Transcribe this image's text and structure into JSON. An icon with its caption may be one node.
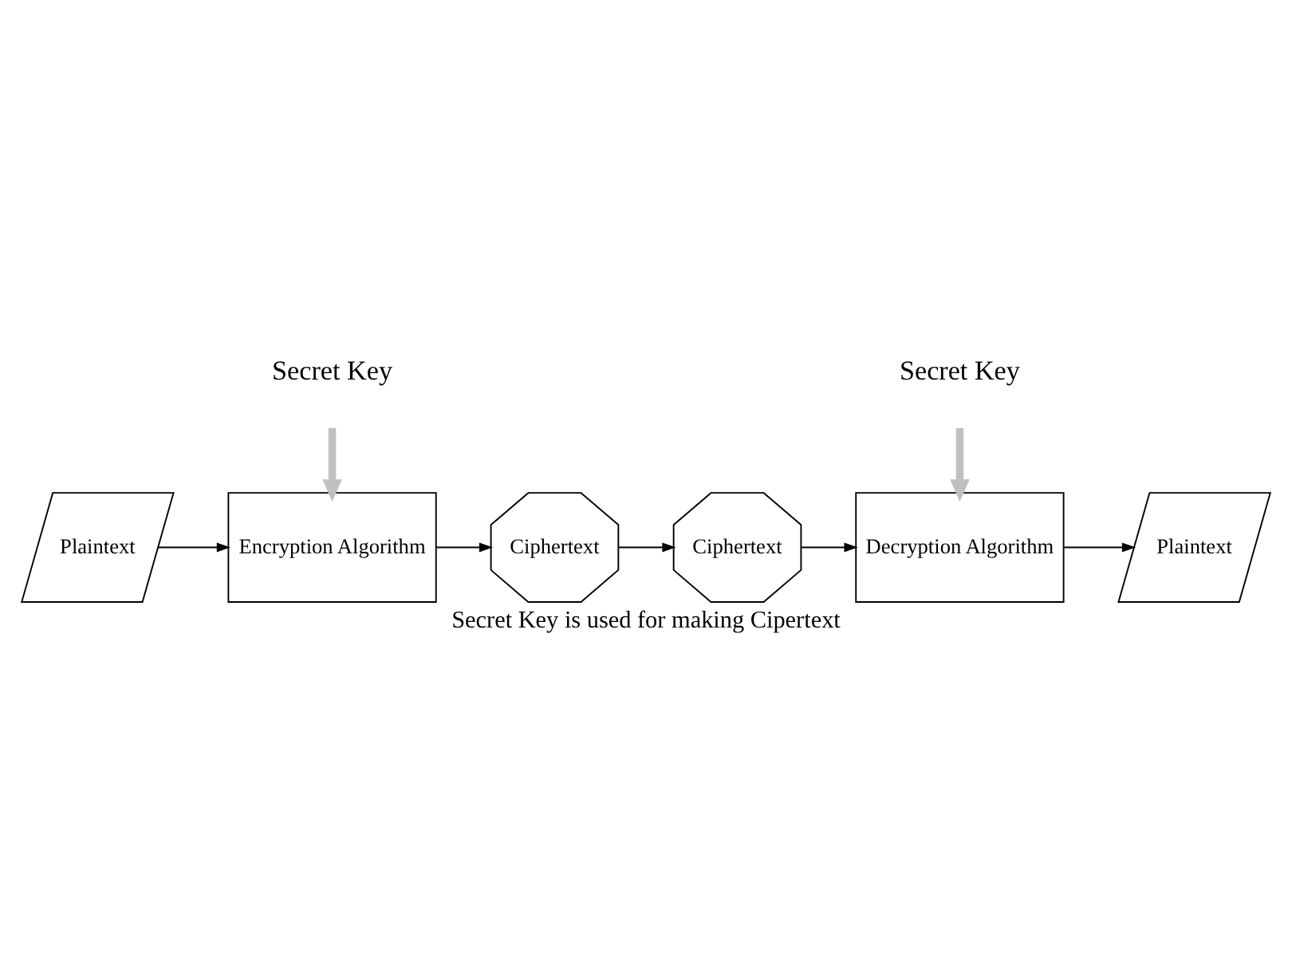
{
  "diagram": {
    "caption": "Secret Key is used for making Cipertext",
    "nodes": [
      {
        "text": [
          "Secret Key"
        ]
      },
      {
        "text": [
          "Secret Key"
        ]
      },
      {
        "text": [
          "Plaintext"
        ]
      },
      {
        "text": [
          "Encryption Algorithm"
        ]
      },
      {
        "text": [
          "Ciphertext"
        ]
      },
      {
        "text": [
          "Ciphertext"
        ]
      },
      {
        "text": [
          "Decryption Algorithm"
        ]
      },
      {
        "text": [
          "Plaintext"
        ]
      }
    ],
    "edges": [
      {
        "from": 0,
        "to": 3,
        "arrow": "to",
        "style": "thick",
        "color": "#c0c0c0"
      },
      {
        "from": 1,
        "to": 6,
        "arrow": "to",
        "style": "thick",
        "color": "#c0c0c0"
      },
      {
        "from": 2,
        "to": 3,
        "arrow": "to"
      },
      {
        "from": 3,
        "to": 4,
        "arrow": "to"
      },
      {
        "from": 4,
        "to": 5,
        "arrow": "to"
      },
      {
        "from": 5,
        "to": 6,
        "arrow": "to"
      },
      {
        "from": 6,
        "to": 7,
        "arrow": "to"
      }
    ]
  }
}
